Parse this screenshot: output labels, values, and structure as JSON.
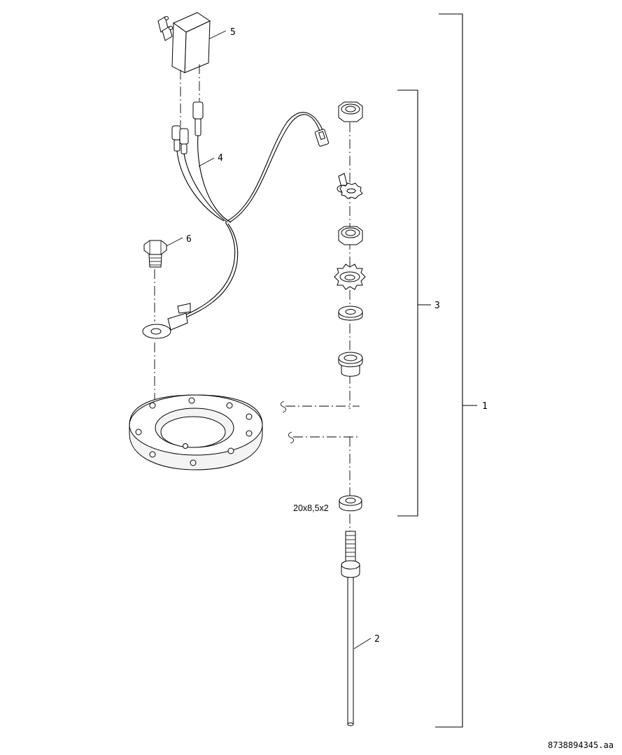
{
  "callouts": {
    "c1": "1",
    "c2": "2",
    "c3": "3",
    "c4": "4",
    "c5": "5",
    "c6": "6"
  },
  "dimension_label": "20x8,5x2",
  "document_id": "8738894345.aa"
}
